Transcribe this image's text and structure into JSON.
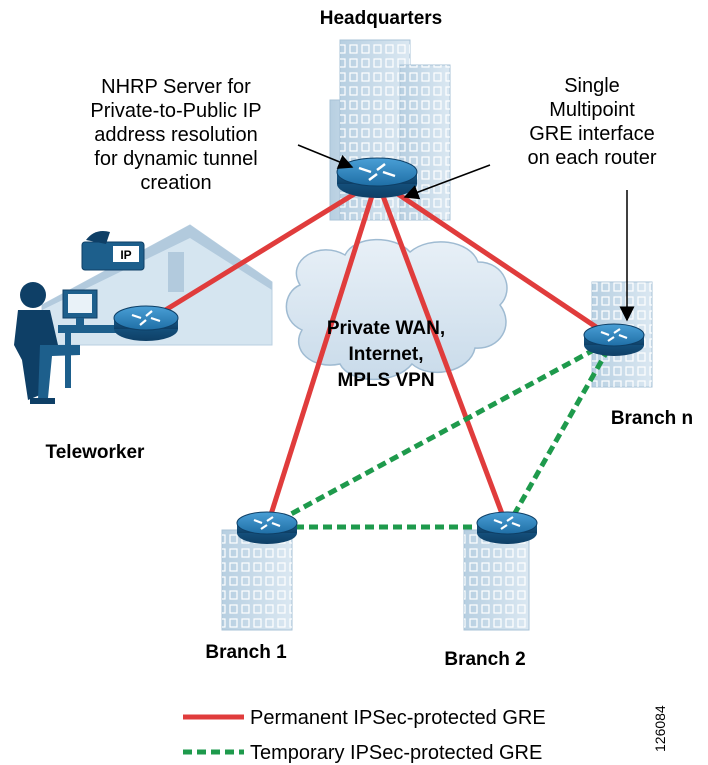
{
  "diagram": {
    "nodes": {
      "headquarters": "Headquarters",
      "teleworker": "Teleworker",
      "branch_1": "Branch 1",
      "branch_2": "Branch 2",
      "branch_n": "Branch n",
      "cloud": [
        "Private WAN,",
        "Internet,",
        "MPLS VPN"
      ],
      "phone_badge": "IP"
    },
    "callouts": {
      "nhrp": [
        "NHRP Server for",
        "Private-to-Public IP",
        "address resolution",
        "for dynamic tunnel",
        "creation"
      ],
      "mgre": [
        "Single",
        "Multipoint",
        "GRE interface",
        "on each router"
      ]
    },
    "links": {
      "permanent": [
        [
          "headquarters",
          "teleworker"
        ],
        [
          "headquarters",
          "branch_1"
        ],
        [
          "headquarters",
          "branch_2"
        ],
        [
          "headquarters",
          "branch_n"
        ]
      ],
      "temporary": [
        [
          "branch_1",
          "branch_2"
        ],
        [
          "branch_1",
          "branch_n"
        ],
        [
          "branch_2",
          "branch_n"
        ]
      ]
    },
    "legend": {
      "permanent": "Permanent IPSec-protected GRE",
      "temporary": "Temporary IPSec-protected GRE"
    },
    "figure_id": "126084",
    "colors": {
      "permanent": "#e03c3c",
      "temporary": "#1e9a4c",
      "router": "#1f6fa6",
      "building": "#c9dce9",
      "cloud": "#dce8f2"
    }
  }
}
